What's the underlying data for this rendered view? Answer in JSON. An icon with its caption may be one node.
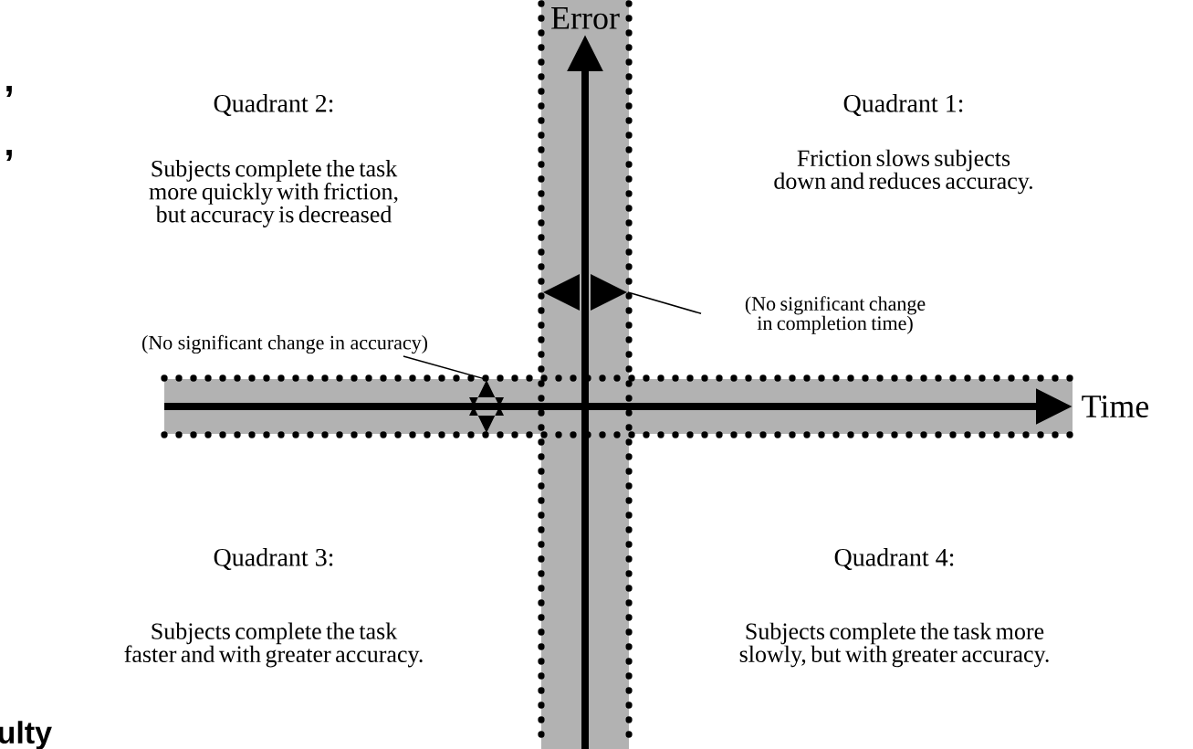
{
  "diagram": {
    "nodes": [
      {
        "text": [
          "(No significant change in accuracy)"
        ]
      },
      {
        "text": [],
        "shape": "arrow"
      },
      {
        "text": [
          "(No significant change in completion time)"
        ]
      },
      {
        "text": [],
        "shape": "arrow"
      }
    ],
    "edges": [
      {
        "from": 0,
        "to": 1,
        "arrow": "none"
      },
      {
        "from": 2,
        "to": 3,
        "arrow": "none"
      }
    ],
    "labels": [
      ",",
      ",",
      "Error",
      "Quadrant 2:",
      "Subjects complete the task more quickly with friction, but accuracy is decreased",
      "Quadrant 1:",
      "Friction slows subjects down and reduces accuracy.",
      "Time",
      "Quadrant 3:",
      "Subjects complete the task faster and with greater accuracy.",
      "Quadrant 4:",
      "Subjects complete the task more slowly, but with greater accuracy.",
      "ulty"
    ]
  }
}
